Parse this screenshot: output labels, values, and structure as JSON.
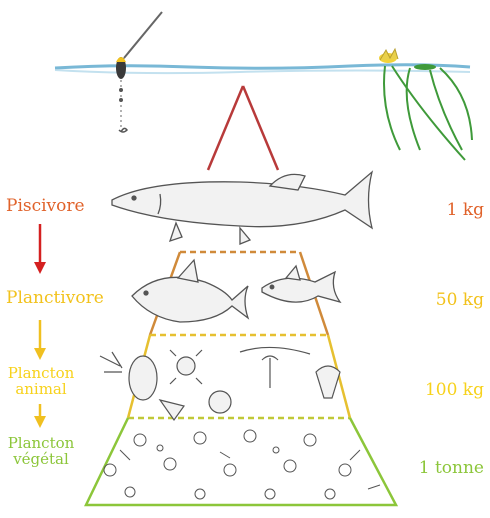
{
  "levels": [
    {
      "name": "Piscivore",
      "mass": "1 kg",
      "color": "#e0622a"
    },
    {
      "name": "Planctivore",
      "mass": "50 kg",
      "color": "#f2c21c"
    },
    {
      "name_line1": "Plancton",
      "name_line2": "animal",
      "mass": "100 kg",
      "color": "#f7d21c"
    },
    {
      "name_line1": "Plancton",
      "name_line2": "végétal",
      "mass": "1 tonne",
      "color": "#8cc63a"
    }
  ],
  "colors": {
    "water_line": "#79b8d6",
    "pyramid_top": "#b83a3a",
    "pyramid_mid": "#d08a3a",
    "pyramid_low": "#e6c030",
    "pyramid_base": "#8cc63a",
    "arrow_red": "#d42020",
    "arrow_yellow": "#f0c020",
    "arrow_green": "#8cc63a",
    "plant_green": "#3f9a3a",
    "sketch": "#555555"
  },
  "icons": [
    "fishing-rod-icon",
    "float-icon",
    "water-lily-icon",
    "pike-icon",
    "fish-icon",
    "zooplankton-icon",
    "phytoplankton-icon"
  ]
}
